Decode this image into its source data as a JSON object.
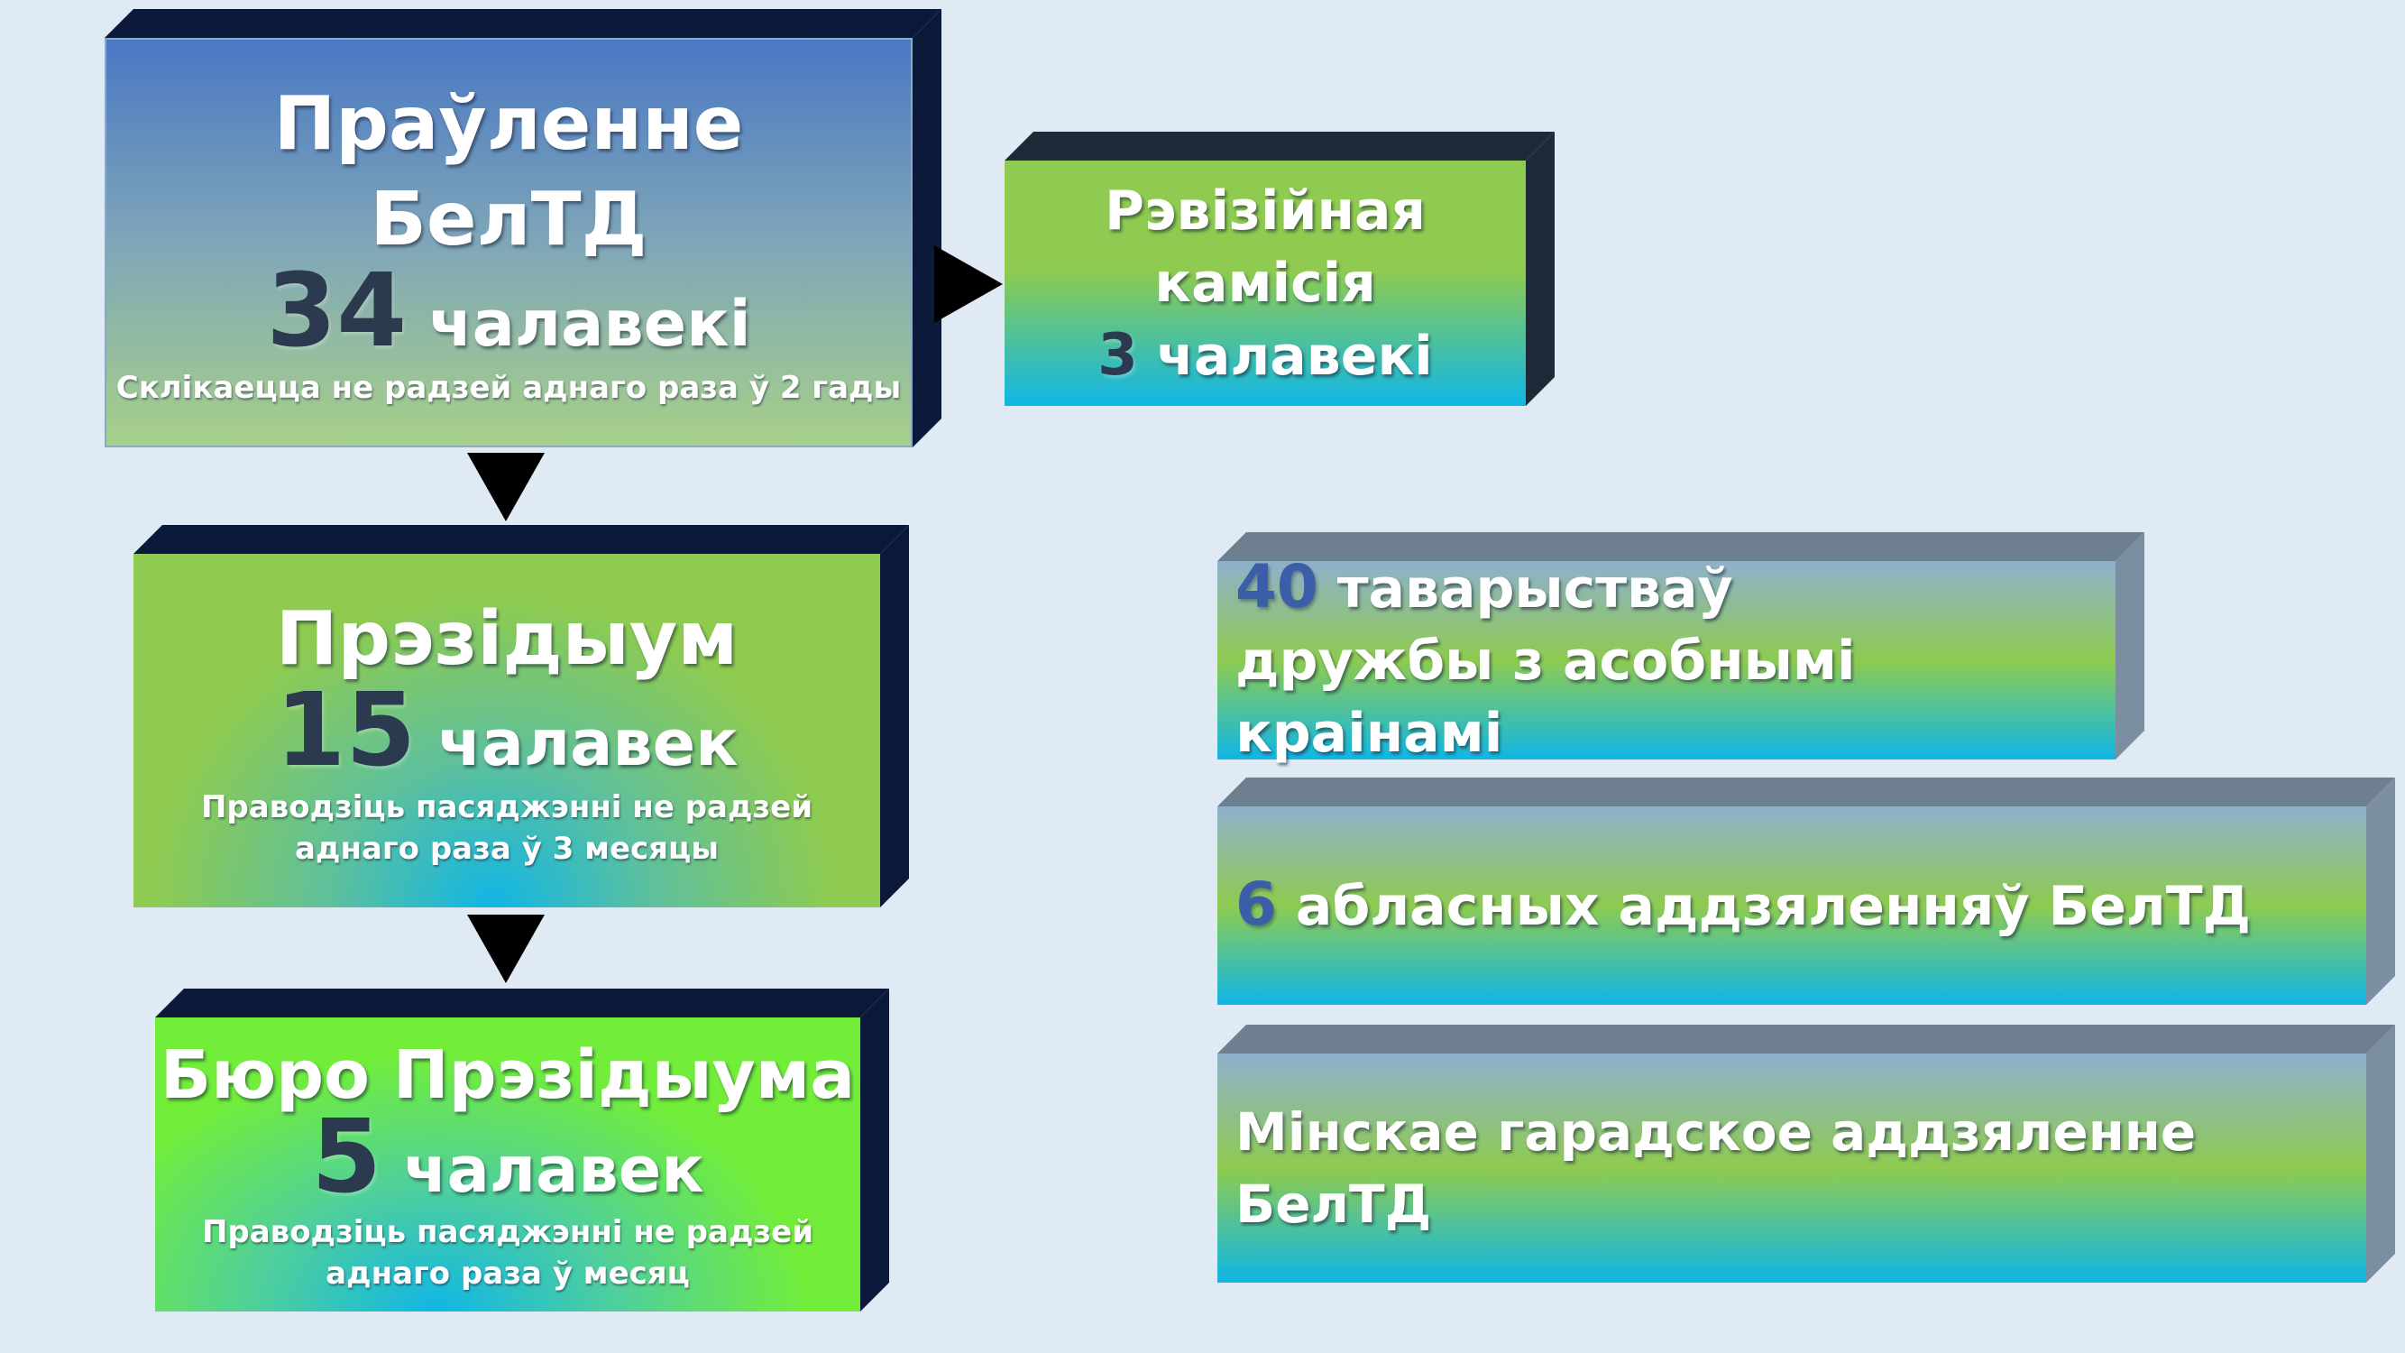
{
  "colors": {
    "background": "#dfeaf5",
    "dark_side": "#0b1a3a",
    "gray_side": "#7b8ea2",
    "blue_top": "#4a78c4",
    "green": "#8ecb50",
    "cyan": "#10b6e6",
    "bright_green": "#72ee3a"
  },
  "board": {
    "title_line1": "Праўленне",
    "title_line2": "БелТД",
    "count_number": "34",
    "count_label": "чалавекі",
    "note": "Склікаецца не радзей аднаго раза ў 2 гады"
  },
  "revision": {
    "line1": "Рэвізійная",
    "line2": "камісія",
    "count_number": "3",
    "count_label": "чалавекі"
  },
  "presidium": {
    "title": "Прэзідыум",
    "count_number": "15",
    "count_label": "чалавек",
    "note_line1": "Праводзіць пасяджэнні не радзей",
    "note_line2": "аднаго раза ў 3 месяцы"
  },
  "bureau": {
    "title": "Бюро Прэзідыума",
    "count_number": "5",
    "count_label": "чалавек",
    "note_line1": "Праводзіць пасяджэнні не радзей",
    "note_line2": "аднаго раза ў месяц"
  },
  "societies": {
    "count_number": "40",
    "label_line1": "таварыстваў",
    "label_line2": "дружбы з асобнымі  краінамі"
  },
  "regional": {
    "count_number": "6",
    "label": "абласных аддзяленняў БелТД"
  },
  "minsk": {
    "label": "Мінскае гарадское аддзяленне БелТД"
  }
}
